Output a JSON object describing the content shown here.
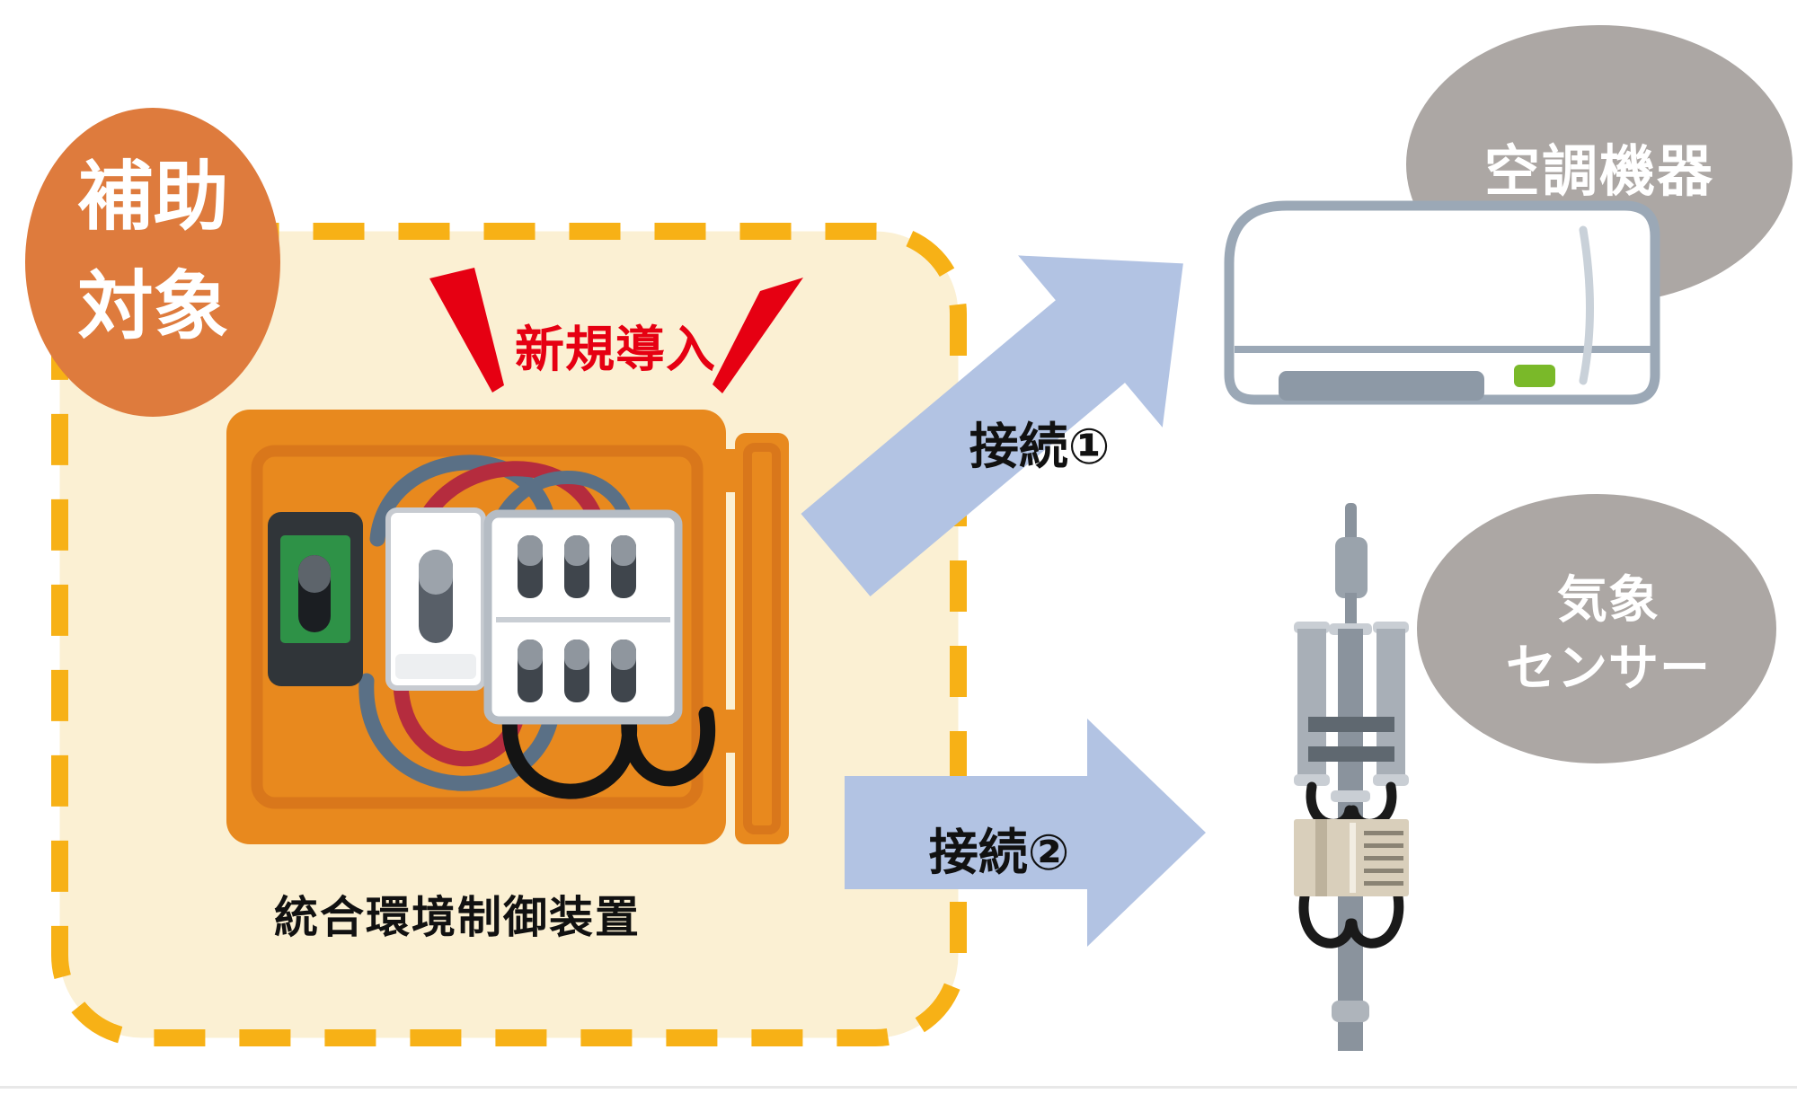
{
  "badge": {
    "line1": "補助",
    "line2": "対象"
  },
  "annotation": {
    "label": "新規導入"
  },
  "device_box": {
    "label": "統合環境制御装置"
  },
  "connections": [
    {
      "label": "接続①"
    },
    {
      "label": "接続②"
    }
  ],
  "equipment": [
    {
      "name": "air-conditioner",
      "label": "空調機器"
    },
    {
      "name": "weather-sensor",
      "label_line1": "気象",
      "label_line2": "センサー"
    }
  ],
  "colors": {
    "badge_orange": "#de7b3d",
    "dash_gold": "#f7b116",
    "panel_cream": "#fbf0d3",
    "box_orange": "#e8891e",
    "box_orange_dark": "#d9771b",
    "accent_red": "#e60012",
    "arrow_blue": "#b2c3e3",
    "circle_gray": "#aca7a4",
    "breaker_green": "#2e9247",
    "ac_outline": "#9ba8b6",
    "ac_green_light": "#7ab929"
  }
}
